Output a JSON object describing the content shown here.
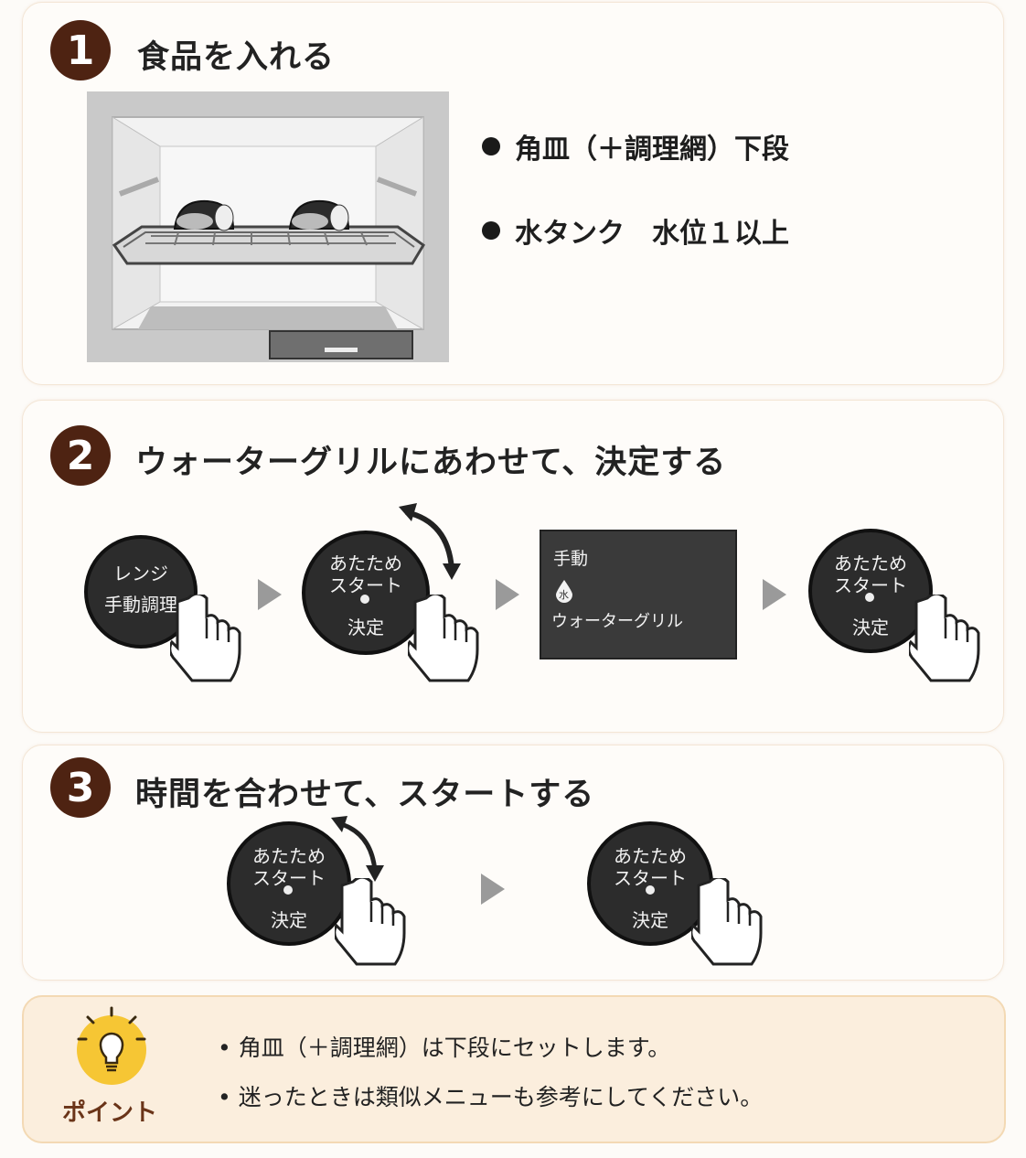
{
  "step1": {
    "number": "1",
    "title": "食品を入れる",
    "bullets": [
      "角皿（＋調理網）下段",
      "水タンク　水位１以上"
    ]
  },
  "step2": {
    "number": "2",
    "title": "ウォーターグリルにあわせて、決定する",
    "dial1": {
      "line1": "レンジ",
      "line2": "手動調理"
    },
    "dial2": {
      "line1": "あたため",
      "line2": "スタート",
      "line3": "決定"
    },
    "display": {
      "mode": "手動",
      "icon_char": "水",
      "menu": "ウォーターグリル"
    },
    "dial3": {
      "line1": "あたため",
      "line2": "スタート",
      "line3": "決定"
    }
  },
  "step3": {
    "number": "3",
    "title": "時間を合わせて、スタートする",
    "dial1": {
      "line1": "あたため",
      "line2": "スタート",
      "line3": "決定"
    },
    "dial2": {
      "line1": "あたため",
      "line2": "スタート",
      "line3": "決定"
    }
  },
  "point": {
    "label": "ポイント",
    "lines": [
      "• 角皿（＋調理網）は下段にセットします。",
      "• 迷ったときは類似メニューも参考にしてください。"
    ]
  },
  "colors": {
    "step_badge": "#4e2312",
    "dial": "#2c2c2c",
    "arrow": "#9a9a9a",
    "point_bg": "#fbeedd",
    "bulb": "#f6c634"
  }
}
